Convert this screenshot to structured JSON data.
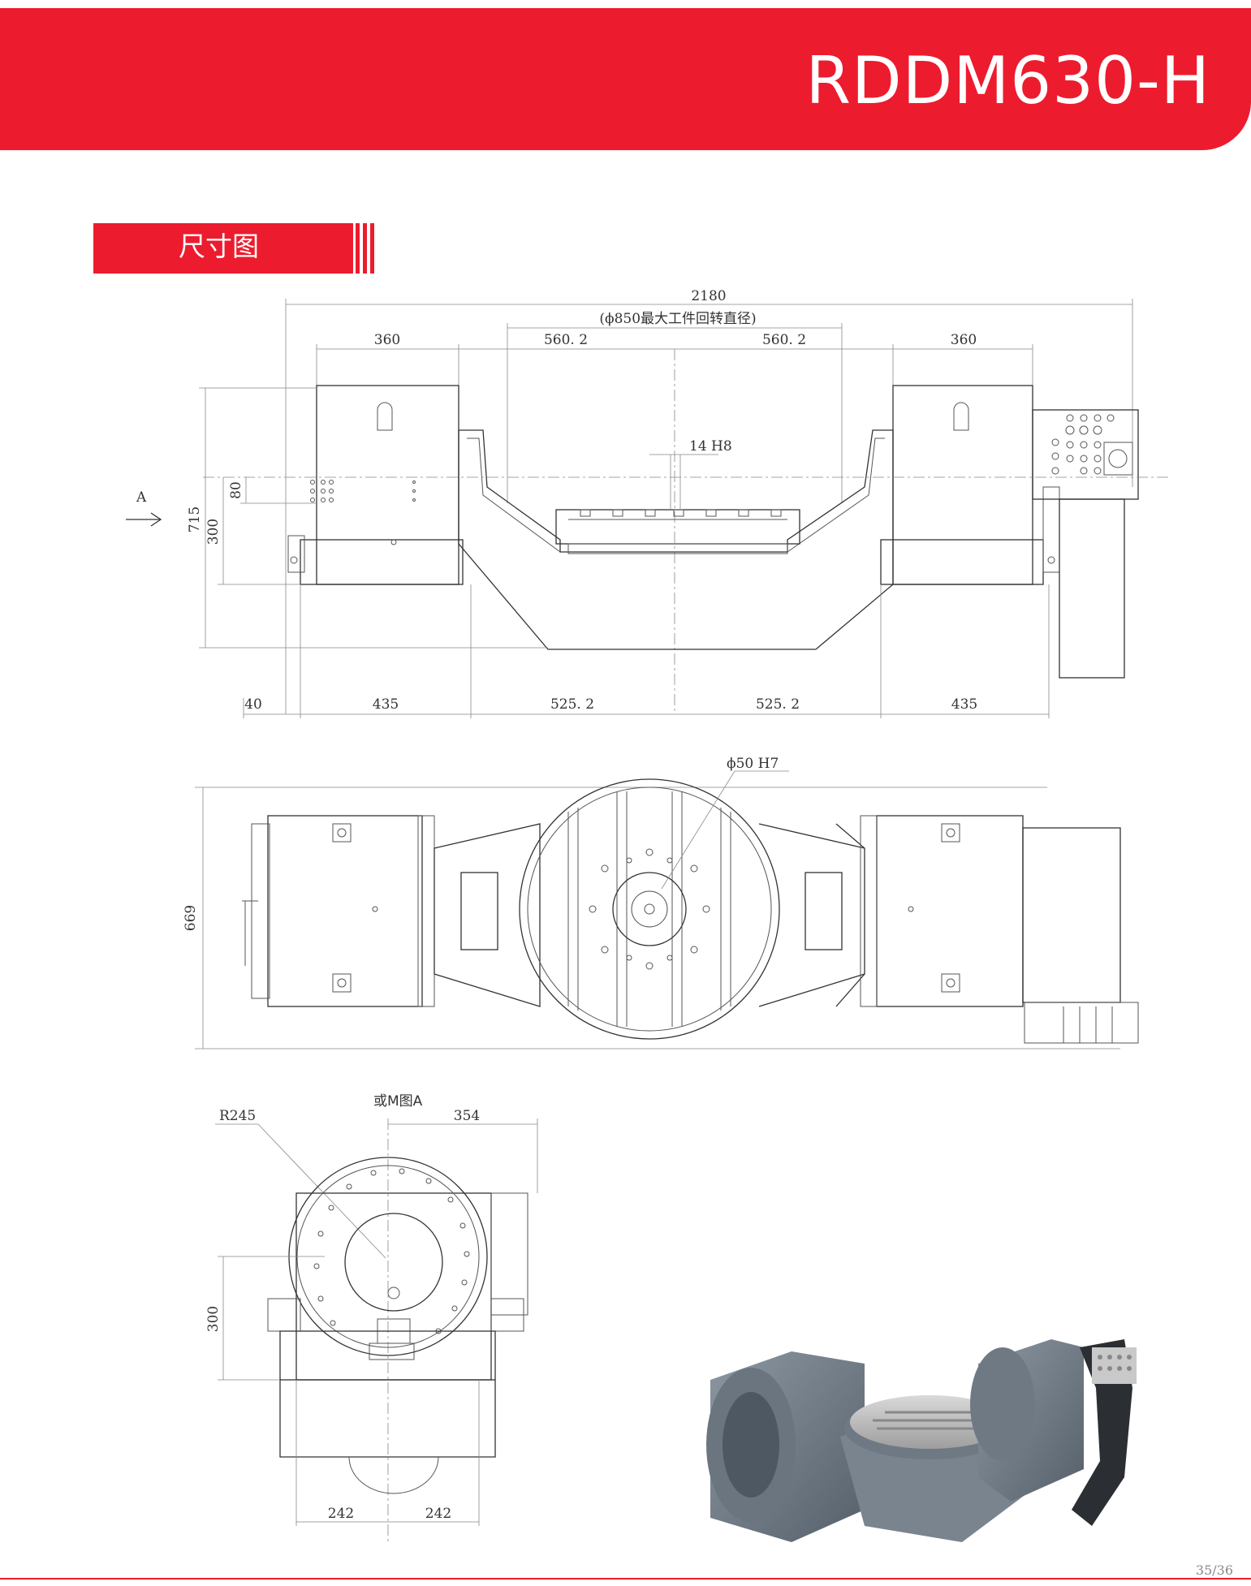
{
  "header": {
    "model": "RDDM630-H"
  },
  "section": {
    "label": "尺寸图"
  },
  "front_view": {
    "overall_width": "2180",
    "max_swing": "(ϕ850最大工件回转直径)",
    "top_left_width": "360",
    "top_center_left": "560. 2",
    "top_center_right": "560. 2",
    "top_right_width": "360",
    "slot": "14 H8",
    "height_total": "715",
    "height_axis": "300",
    "height_offset": "80",
    "view_arrow": "A",
    "bottom_offset": "40",
    "bottom_left": "435",
    "bottom_center_left": "525. 2",
    "bottom_center_right": "525. 2",
    "bottom_right": "435"
  },
  "top_view": {
    "bore": "ϕ50 H7",
    "depth": "669"
  },
  "side_view": {
    "title": "或M图A",
    "radius": "R245",
    "width_right": "354",
    "axis_height": "300",
    "base_left": "242",
    "base_right": "242"
  },
  "footer": {
    "page": "35/36"
  }
}
